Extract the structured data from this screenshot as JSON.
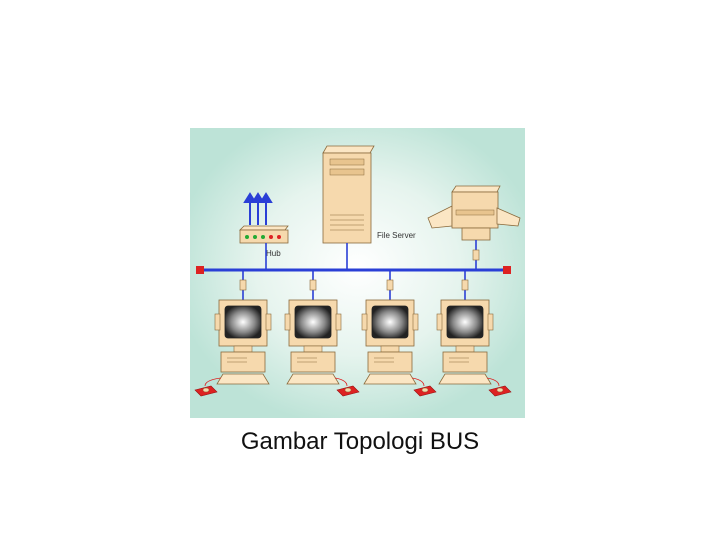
{
  "diagram": {
    "labels": {
      "server": "File Server",
      "hub": "Hub"
    },
    "colors": {
      "bus": "#2a3fd6",
      "terminator": "#dd2222",
      "hardware": "#f6d9ad",
      "hardware_stroke": "#8a6a3c",
      "background_glow": "#bde3d7"
    }
  },
  "caption": "Gambar Topologi BUS"
}
